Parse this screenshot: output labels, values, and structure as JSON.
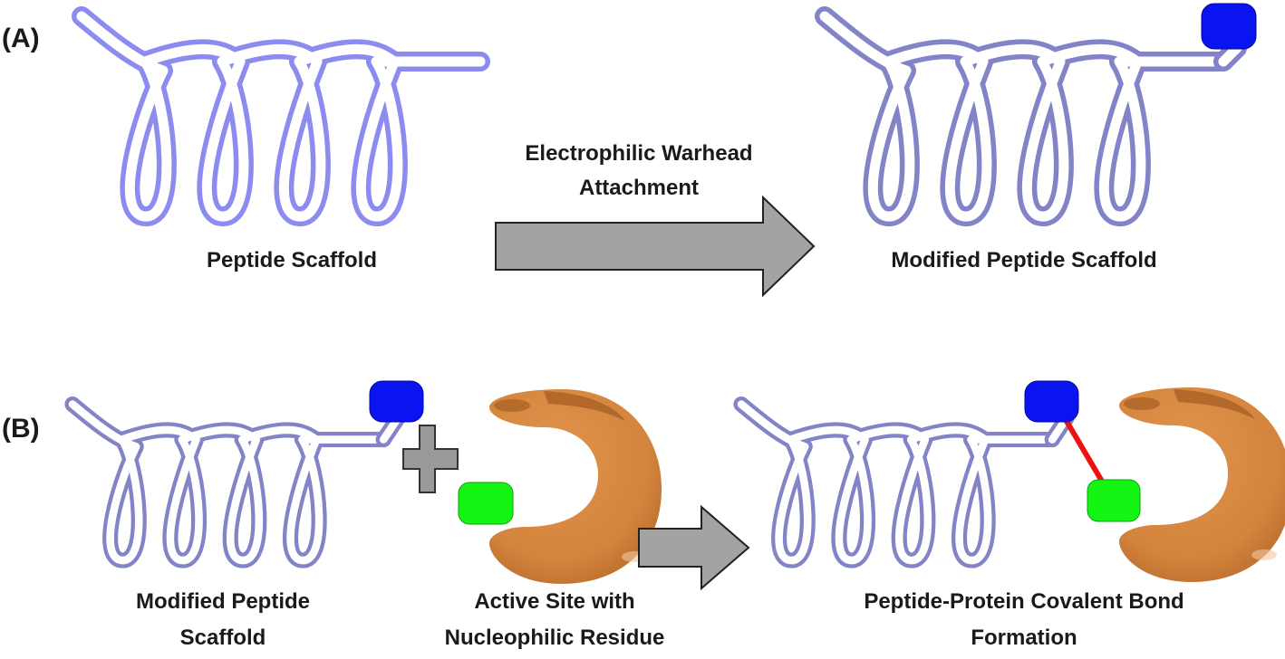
{
  "panels": {
    "a": {
      "label": "(A)",
      "left_caption": "Peptide Scaffold",
      "arrow_caption_line1": "Electrophilic Warhead",
      "arrow_caption_line2": "Attachment",
      "right_caption": "Modified Peptide Scaffold"
    },
    "b": {
      "label": "(B)",
      "peptide_caption_line1": "Modified Peptide",
      "peptide_caption_line2": "Scaffold",
      "protein_caption_line1": "Active Site with",
      "protein_caption_line2": "Nucleophilic Residue",
      "product_caption_line1": "Peptide-Protein Covalent Bond",
      "product_caption_line2": "Formation"
    }
  },
  "colors": {
    "peptide_scaffold": "#8c8cf0",
    "modified_peptide": "#8383c8",
    "warhead": "#0a14f0",
    "nucleophilic_residue": "#14f514",
    "protein": "#d4843c",
    "protein_dark": "#b0662a",
    "arrow": "#a3a3a3",
    "covalent_bond": "#ee1111"
  },
  "icons": {
    "helix": "helix-icon",
    "warhead": "warhead-block-icon",
    "protein": "protein-icon",
    "residue": "nucleophile-block-icon",
    "plus": "plus-icon",
    "arrow": "arrow-icon",
    "bond": "covalent-bond-icon"
  }
}
